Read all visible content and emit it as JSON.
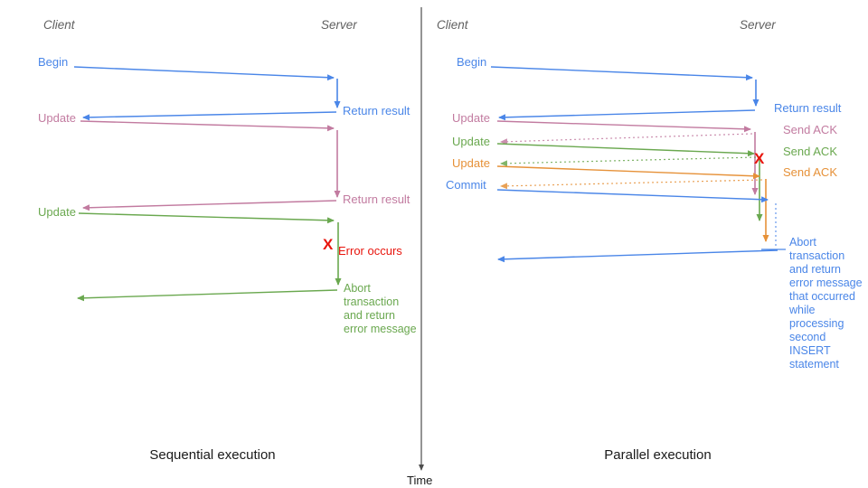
{
  "left": {
    "title": "Sequential execution",
    "client": "Client",
    "server": "Server",
    "begin": "Begin",
    "return1": "Return result",
    "update1": "Update",
    "return2": "Return result",
    "update2": "Update",
    "error_mark": "X",
    "error": "Error occurs",
    "abort": "Abort\ntransaction\nand return\nerror message"
  },
  "right": {
    "title": "Parallel execution",
    "client": "Client",
    "server": "Server",
    "begin": "Begin",
    "return1": "Return result",
    "update1": "Update",
    "ack1": "Send ACK",
    "update2": "Update",
    "ack2": "Send ACK",
    "update3": "Update",
    "ack3": "Send ACK",
    "commit": "Commit",
    "error_mark": "X",
    "abort": "Abort\ntransaction\nand return\nerror message\nthat occurred\nwhile\nprocessing\nsecond\nINSERT\nstatement"
  },
  "time_axis": {
    "label": "Time"
  },
  "colors": {
    "blue": "#4a86e8",
    "pink": "#c27ba0",
    "green": "#6aa84f",
    "orange": "#e69138",
    "red": "#e8150d",
    "header_gray": "#606060",
    "axis": "#4d4d4d"
  }
}
